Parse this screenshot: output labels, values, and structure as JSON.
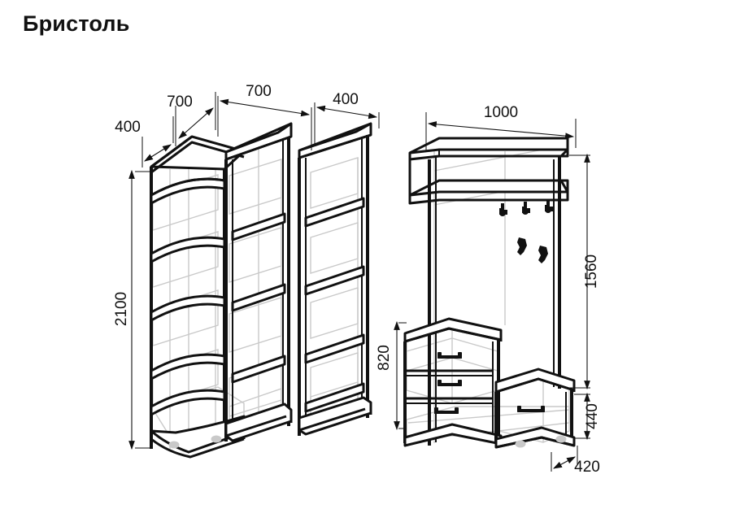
{
  "page": {
    "title": "Бристоль",
    "background_color": "#ffffff",
    "ink_color": "#111111",
    "ghost_color": "#c9c9c9"
  },
  "drawing": {
    "type": "furniture-assembly-dimension-drawing",
    "units": "mm",
    "view": "isometric",
    "modules": [
      {
        "name": "corner-rounded-shelf-unit",
        "shelf_count": 5,
        "shape": "quarter-round"
      },
      {
        "name": "tall-cabinet-wide",
        "shelf_count": 4
      },
      {
        "name": "tall-cabinet-narrow",
        "shelf_count": 4
      },
      {
        "name": "hallway-wall-unit",
        "top_shelf": true,
        "hat_shelf": true,
        "under_shelf_hooks": 3,
        "wall_hooks": 2
      },
      {
        "name": "drawer-chest",
        "drawer_count": 3
      },
      {
        "name": "shoe-bench",
        "drawer_count": 1
      }
    ]
  },
  "dimensions": {
    "depth_corner": "400",
    "width_corner": "700",
    "width_cabinet_wide": "700",
    "width_cabinet_narrow": "400",
    "height_total": "2100",
    "width_hallway": "1000",
    "height_hallway_upper": "1560",
    "height_drawer_chest": "820",
    "height_bench": "440",
    "depth_bench": "420"
  }
}
